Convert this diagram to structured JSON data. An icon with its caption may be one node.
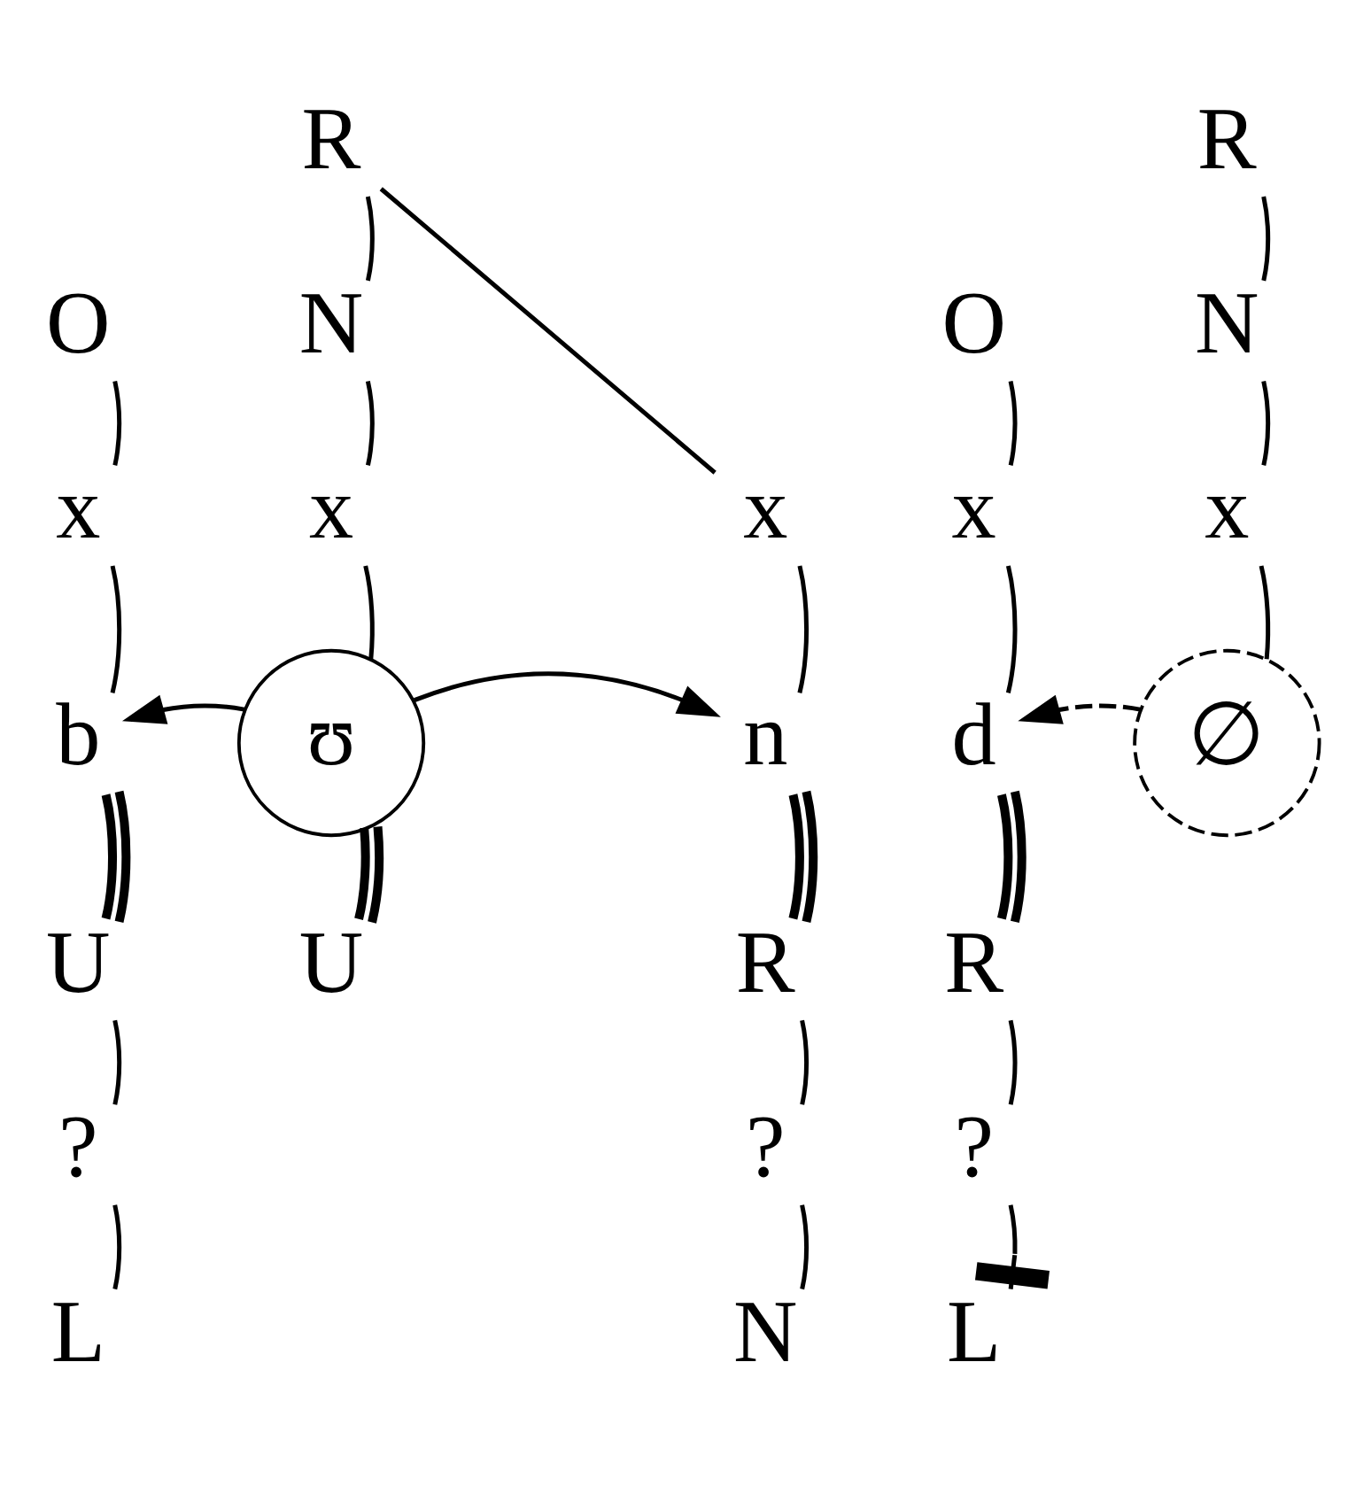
{
  "diagram": {
    "nodes": [
      {
        "text": [
          "R"
        ]
      },
      {
        "text": [
          "R"
        ]
      },
      {
        "text": [
          "O"
        ]
      },
      {
        "text": [
          "N"
        ]
      },
      {
        "text": [
          "O"
        ]
      },
      {
        "text": [
          "N"
        ]
      },
      {
        "text": [
          "x"
        ]
      },
      {
        "text": [
          "x"
        ]
      },
      {
        "text": [
          "x"
        ]
      },
      {
        "text": [
          "x"
        ]
      },
      {
        "text": [
          "x"
        ]
      },
      {
        "text": [
          "b"
        ]
      },
      {
        "text": [
          "ʊ"
        ]
      },
      {
        "text": [
          "n"
        ]
      },
      {
        "text": [
          "d"
        ]
      },
      {
        "text": [
          "∅"
        ]
      },
      {
        "text": [
          "U"
        ]
      },
      {
        "text": [
          "U"
        ]
      },
      {
        "text": [
          "R"
        ]
      },
      {
        "text": [
          "R"
        ]
      },
      {
        "text": [
          "?"
        ]
      },
      {
        "text": [
          "?"
        ]
      },
      {
        "text": [
          "?"
        ]
      },
      {
        "text": [
          "L"
        ]
      },
      {
        "text": [
          "N"
        ]
      },
      {
        "text": [
          "L"
        ]
      }
    ],
    "edges": [
      {
        "from": 0,
        "to": 3,
        "arrow": "none"
      },
      {
        "from": 0,
        "to": 8,
        "arrow": "none"
      },
      {
        "from": 1,
        "to": 5,
        "arrow": "none"
      },
      {
        "from": 2,
        "to": 6,
        "arrow": "none"
      },
      {
        "from": 3,
        "to": 7,
        "arrow": "none"
      },
      {
        "from": 4,
        "to": 9,
        "arrow": "none"
      },
      {
        "from": 5,
        "to": 10,
        "arrow": "none"
      },
      {
        "from": 6,
        "to": 11,
        "arrow": "none"
      },
      {
        "from": 7,
        "to": 12,
        "arrow": "none"
      },
      {
        "from": 8,
        "to": 13,
        "arrow": "none"
      },
      {
        "from": 9,
        "to": 14,
        "arrow": "none"
      },
      {
        "from": 10,
        "to": 15,
        "arrow": "none"
      },
      {
        "from": 12,
        "to": 11,
        "arrow": "to"
      },
      {
        "from": 12,
        "to": 13,
        "arrow": "to"
      },
      {
        "from": 15,
        "to": 14,
        "arrow": "to",
        "style": "dashed"
      },
      {
        "from": 11,
        "to": 16,
        "arrow": "none",
        "style": "thick"
      },
      {
        "from": 12,
        "to": 17,
        "arrow": "none",
        "style": "thick"
      },
      {
        "from": 13,
        "to": 18,
        "arrow": "none",
        "style": "thick"
      },
      {
        "from": 14,
        "to": 19,
        "arrow": "none",
        "style": "thick"
      },
      {
        "from": 16,
        "to": 20,
        "arrow": "none"
      },
      {
        "from": 18,
        "to": 21,
        "arrow": "none"
      },
      {
        "from": 19,
        "to": 22,
        "arrow": "none"
      },
      {
        "from": 20,
        "to": 23,
        "arrow": "none"
      },
      {
        "from": 21,
        "to": 24,
        "arrow": "none"
      },
      {
        "from": 22,
        "to": 25,
        "arrow": "other"
      }
    ]
  }
}
